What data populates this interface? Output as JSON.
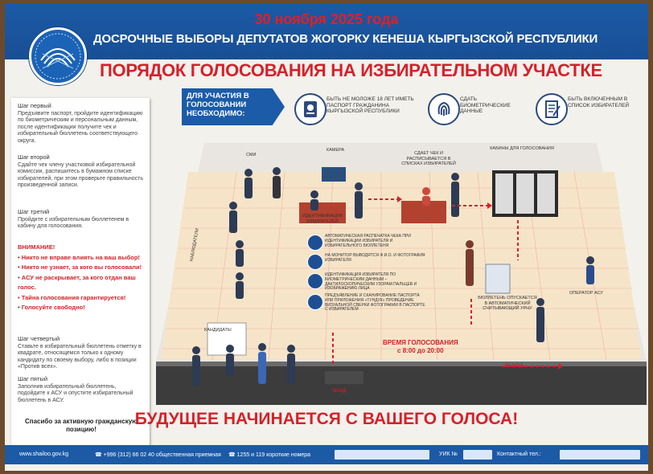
{
  "header": {
    "date": "30 ноября 2025 года",
    "election": "ДОСРОЧНЫЕ ВЫБОРЫ ДЕПУТАТОВ ЖОГОРКУ КЕНЕША КЫРГЫЗСКОЙ РЕСПУБЛИКИ",
    "title": "ПОРЯДОК ГОЛОСОВАНИЯ НА ИЗБИРАТЕЛЬНОМ УЧАСТКЕ"
  },
  "steps": [
    {
      "heading": "Шаг первый",
      "text": "Предъявите паспорт, пройдите идентификацию по биометрическим и персональным данным, после идентификации получите чек и избирательный бюллетень соответствующего округа."
    },
    {
      "heading": "Шаг второй",
      "text": "Сдайте чек члену участковой избирательной комиссии, распишитесь в бумажном списке избирателей, при этом проверьте правильность произведенной записи."
    },
    {
      "heading": "Шаг третий",
      "text": "Пройдите с избирательным бюллетенем в кабину для голосования."
    },
    {
      "heading": "Шаг четвертый",
      "text": "Ставьте в избирательный бюллетень отметку в квадрате, относящемся только к одному кандидату по своему выбору, либо в позиции «Против всех»."
    },
    {
      "heading": "Шаг пятый",
      "text": "Заполнив избирательный бюллетень, подойдите к АСУ и опустите избирательный бюллетень в АСУ."
    }
  ],
  "warning": {
    "title": "ВНИМАНИЕ!",
    "items": [
      "• Никто не вправе влиять на ваш выбор!",
      "• Никто не узнает, за кого вы голосовали!",
      "• АСУ не раскрывает, за кого отдан ваш голос.",
      "• Тайна голосования гарантируется!",
      "• Голосуйте свободно!"
    ]
  },
  "thanks": "Спасибо за активную гражданскую позицию!",
  "requirements": {
    "label": "ДЛЯ УЧАСТИЯ В ГОЛОСОВАНИИ НЕОБХОДИМО:",
    "items": [
      {
        "icon": "passport-icon",
        "text": "БЫТЬ НЕ МОЛОЖЕ 18 ЛЕТ ИМЕТЬ ПАСПОРТ ГРАЖДАНИНА КЫРГЫЗСКОЙ РЕСПУБЛИКИ"
      },
      {
        "icon": "fingerprint-icon",
        "text": "СДАТЬ БИОМЕТРИЧЕСКИЕ ДАННЫЕ"
      },
      {
        "icon": "voter-list-icon",
        "text": "БЫТЬ ВКЛЮЧЕННЫМ В СПИСОК ИЗБИРАТЕЛЕЙ"
      }
    ]
  },
  "scene": {
    "media": "СМИ",
    "camera": "КАМЕРА",
    "hand_check": "СДАЕТ ЧЕК И РАСПИСЫВАЕТСЯ В СПИСКАХ ИЗБИРАТЕЛЕЙ",
    "booths": "КАБИНЫ ДЛЯ ГОЛОСОВАНИЯ",
    "identification": "ИДЕНТИФИКАЦИЯ ИЗБИРАТЕЛЕЙ",
    "observers": "НАБЛЮДАТЕЛИ",
    "candidates": "КАНДИДАТЫ",
    "operator": "ОПЕРАТОР АСУ",
    "ballots_drop": "БЮЛЛЕТЕНЬ ОПУСКАЕТСЯ В АВТОМАТИЧЕСКИЙ СЧИТЫВАЮЩИЙ УРНУ",
    "entrance": "ВХОД",
    "exit": "ВЫХОД",
    "info": [
      "АВТОМАТИЧЕСКАЯ РАСПЕЧАТКА ЧЕКА ПРИ ИДЕНТИФИКАЦИИ ИЗБИРАТЕЛЯ И ИЗБИРАТЕЛЬНОГО БЮЛЛЕТЕНЯ",
      "НА МОНИТОР ВЫВОДЯТСЯ Ф.И.О. И ФОТОГРАФИЯ ИЗБИРАТЕЛЯ",
      "ИДЕНТИФИКАЦИЯ ИЗБИРАТЕЛЯ ПО БИОМЕТРИЧЕСКИМ ДАННЫМ – ДАКТИЛОСКОПИЧЕСКИМ УЗОРАМ ПАЛЬЦЕВ И ИЗОБРАЖЕНИЮ ЛИЦА",
      "ПРЕДЪЯВЛЕНИЕ И СКАНИРОВАНИЕ ПАСПОРТА ИЛИ ПРИЛОЖЕНИЯ «ТУНДУК» ПРОВЕДЕНИЕ ВИЗУАЛЬНОЙ СВЕРКИ ФОТОГРАФИИ В ПАСПОРТЕ С ИЗБИРАТЕЛЕМ"
    ],
    "time_title": "ВРЕМЯ ГОЛОСОВАНИЯ",
    "time_value": "с 8:00 до 20:00"
  },
  "slogan": "БУДУЩЕЕ НАЧИНАЕТСЯ С ВАШЕГО ГОЛОСА!",
  "footer": {
    "site": "www.shailoo.gov.kg",
    "phone": "☎ +996 (312) 66 02 40 общественная приемная",
    "short": "☎ 1255 и 119 короткие номера",
    "uik": "УИК №",
    "contact": "Контактный тел.:"
  },
  "colors": {
    "blue": "#1c5aa6",
    "red": "#d6212a",
    "floor": "#f4e2c8"
  }
}
